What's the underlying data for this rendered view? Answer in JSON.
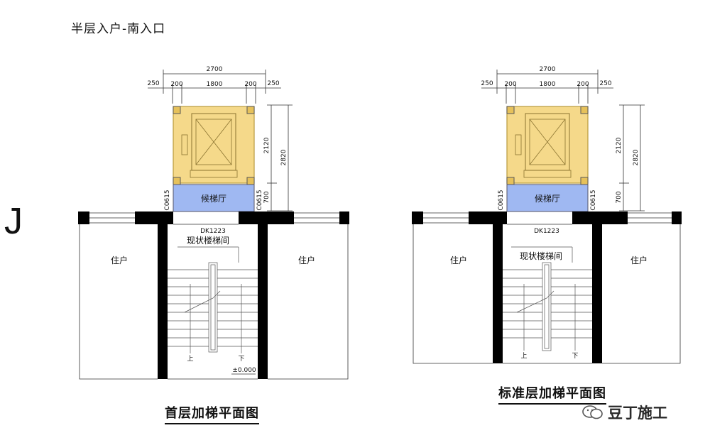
{
  "page_title": "半层入户-南入口",
  "axis_mark": "J",
  "plans": [
    {
      "caption": "首层加梯平面图",
      "lobby_label": "候梯厅",
      "stair_label": "现状楼梯间",
      "unit_left": "住户",
      "unit_right": "住户",
      "door_tag": "DK1223",
      "window_tag_left": "C0615",
      "window_tag_right": "C0615",
      "dim_total": "2700",
      "dim_outer_left": "250",
      "dim_wall_left": "200",
      "dim_inner": "1800",
      "dim_wall_right": "200",
      "dim_outer_right": "250",
      "dim_shaft": "2120",
      "dim_lobby": "700",
      "dim_overall": "2820",
      "stair_up": "上",
      "stair_down": "下",
      "elevation": "±0.000"
    },
    {
      "caption": "标准层加梯平面图",
      "lobby_label": "候梯厅",
      "stair_label": "现状楼梯间",
      "unit_left": "住户",
      "unit_right": "住户",
      "door_tag": "DK1223",
      "window_tag_left": "C0615",
      "window_tag_right": "C0615",
      "dim_total": "2700",
      "dim_outer_left": "250",
      "dim_wall_left": "200",
      "dim_inner": "1800",
      "dim_wall_right": "200",
      "dim_outer_right": "250",
      "dim_shaft": "2120",
      "dim_lobby": "700",
      "dim_overall": "2820",
      "stair_up": "上",
      "stair_down": "下"
    }
  ],
  "watermark": "豆丁施工",
  "colors": {
    "shaft": "#f5d98a",
    "shaft_stroke": "#b89a3c",
    "lobby": "#9fb8f2",
    "wall": "#000000"
  }
}
